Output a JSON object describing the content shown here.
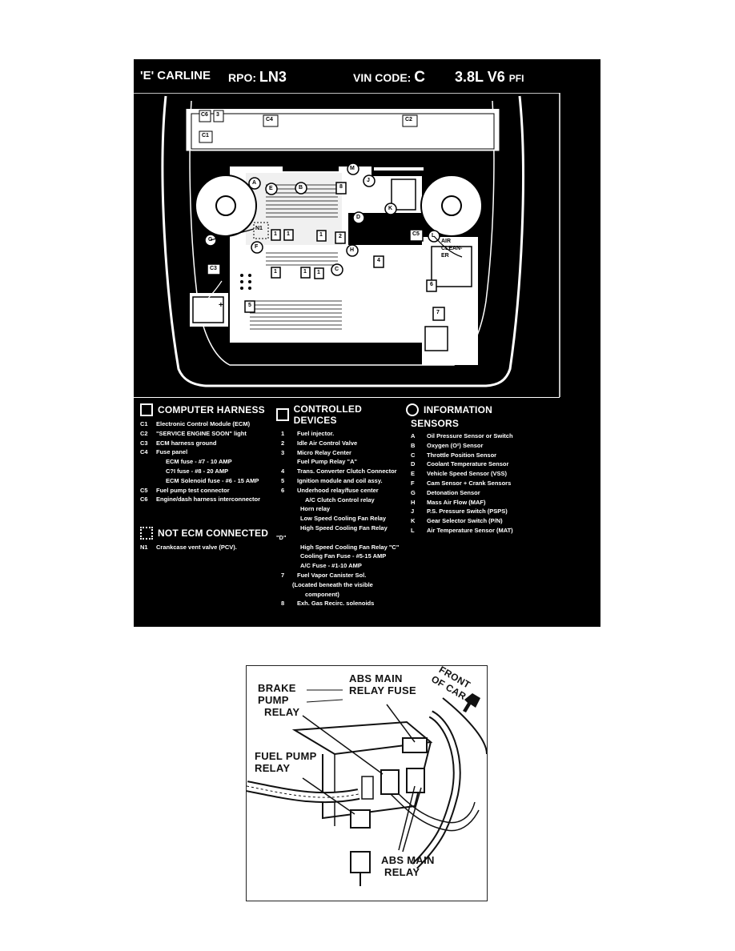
{
  "header": {
    "carline": "'E' CARLINE",
    "rpo_label": "RPO:",
    "rpo_value": "LN3",
    "vin_label": "VIN CODE:",
    "vin_value": "C",
    "engine": "3.8L V6",
    "engine_suffix": "PFI"
  },
  "diagram_labels": {
    "c6": "C6",
    "n3": "3",
    "c4": "C4",
    "c2": "C2",
    "c1": "C1",
    "c3": "C3",
    "c5": "C5",
    "n1": "N1",
    "a": "A",
    "e": "E",
    "b": "B",
    "m": "M",
    "j": "J",
    "k": "K",
    "d": "D",
    "g": "G",
    "f": "F",
    "h": "H",
    "c": "C",
    "l": "L",
    "b8": "8",
    "b2": "2",
    "b4": "4",
    "b6": "6",
    "b7": "7",
    "b5": "5",
    "r1a": "1",
    "r1b": "1",
    "r1c": "1",
    "r1d": "1",
    "r1e": "1",
    "r1f": "1",
    "minus": "–",
    "plus": "+",
    "air1": "AIR",
    "air2": "CLEAN-",
    "air3": "ER"
  },
  "computer_harness": {
    "title": "COMPUTER HARNESS",
    "items": [
      {
        "k": "C1",
        "t": "Electronic Control Module (ECM)"
      },
      {
        "k": "C2",
        "t": "\"SERVICE ENGINE SOON\" light"
      },
      {
        "k": "C3",
        "t": "ECM harness ground"
      },
      {
        "k": "C4",
        "t": "Fuse panel"
      },
      {
        "k": "",
        "t": "ECM fuse - #7 - 10 AMP"
      },
      {
        "k": "",
        "t": "C?I fuse - #8 - 20 AMP"
      },
      {
        "k": "",
        "t": "ECM Solenoid fuse - #6 - 15 AMP"
      },
      {
        "k": "C5",
        "t": "Fuel pump test connector"
      },
      {
        "k": "C6",
        "t": "Engine/dash harness interconnector"
      }
    ]
  },
  "not_ecm": {
    "title": "NOT ECM CONNECTED",
    "items": [
      {
        "k": "N1",
        "t": "Crankcase vent valve (PCV)."
      }
    ]
  },
  "controlled_devices": {
    "title": "CONTROLLED DEVICES",
    "items": [
      {
        "k": "1",
        "t": "Fuel injector."
      },
      {
        "k": "2",
        "t": "Idle Air Control Valve"
      },
      {
        "k": "3",
        "t": "Micro Relay Center"
      },
      {
        "k": "",
        "t": "Fuel Pump Relay \"A\""
      },
      {
        "k": "4",
        "t": "Trans. Converter Clutch Connector"
      },
      {
        "k": "5",
        "t": "Ignition module and coil assy."
      },
      {
        "k": "6",
        "t": "Underhood relay/fuse center"
      },
      {
        "k": "",
        "t": "A/C Clutch Control relay"
      },
      {
        "k": "",
        "t": "Horn relay"
      },
      {
        "k": "",
        "t": "Low Speed Cooling Fan Relay"
      },
      {
        "k": "",
        "t": "High Speed Cooling Fan Relay"
      },
      {
        "k": "\"D\"",
        "t": ""
      },
      {
        "k": "",
        "t": "High Speed Cooling Fan Relay \"C\""
      },
      {
        "k": "",
        "t": "Cooling Fan Fuse - #5-15 AMP"
      },
      {
        "k": "",
        "t": "A/C Fuse - #1-10 AMP"
      },
      {
        "k": "7",
        "t": "Fuel Vapor Canister Sol."
      },
      {
        "k": "",
        "t": "(Located beneath the visible"
      },
      {
        "k": "",
        "t": "component)"
      },
      {
        "k": "8",
        "t": "Exh. Gas Recirc. solenoids"
      }
    ]
  },
  "information_sensors": {
    "title": "INFORMATION",
    "title2": "SENSORS",
    "items": [
      {
        "k": "A",
        "t": "Oil Pressure Sensor or Switch"
      },
      {
        "k": "B",
        "t": "Oxygen (O²) Sensor"
      },
      {
        "k": "C",
        "t": "Throttle Position Sensor"
      },
      {
        "k": "D",
        "t": "Coolant Temperature Sensor"
      },
      {
        "k": "E",
        "t": "Vehicle Speed Sensor (VSS)"
      },
      {
        "k": "F",
        "t": "Cam Sensor + Crank Sensors"
      },
      {
        "k": "G",
        "t": "Detonation Sensor"
      },
      {
        "k": "H",
        "t": "Mass Air Flow (MAF)"
      },
      {
        "k": "J",
        "t": "P.S. Pressure Switch (PSPS)"
      },
      {
        "k": "K",
        "t": "Gear Selector Switch (P/N)"
      },
      {
        "k": "L",
        "t": "Air Temperature Sensor (MAT)"
      }
    ]
  },
  "relay_figure": {
    "brake_pump_relay": [
      "BRAKE",
      "PUMP",
      "RELAY"
    ],
    "abs_main_relay_fuse": [
      "ABS MAIN",
      "RELAY FUSE"
    ],
    "front_of_car": [
      "FRONT",
      "OF CAR"
    ],
    "fuel_pump_relay": [
      "FUEL PUMP",
      "RELAY"
    ],
    "abs_main_relay": [
      "ABS MAIN",
      "RELAY"
    ]
  }
}
